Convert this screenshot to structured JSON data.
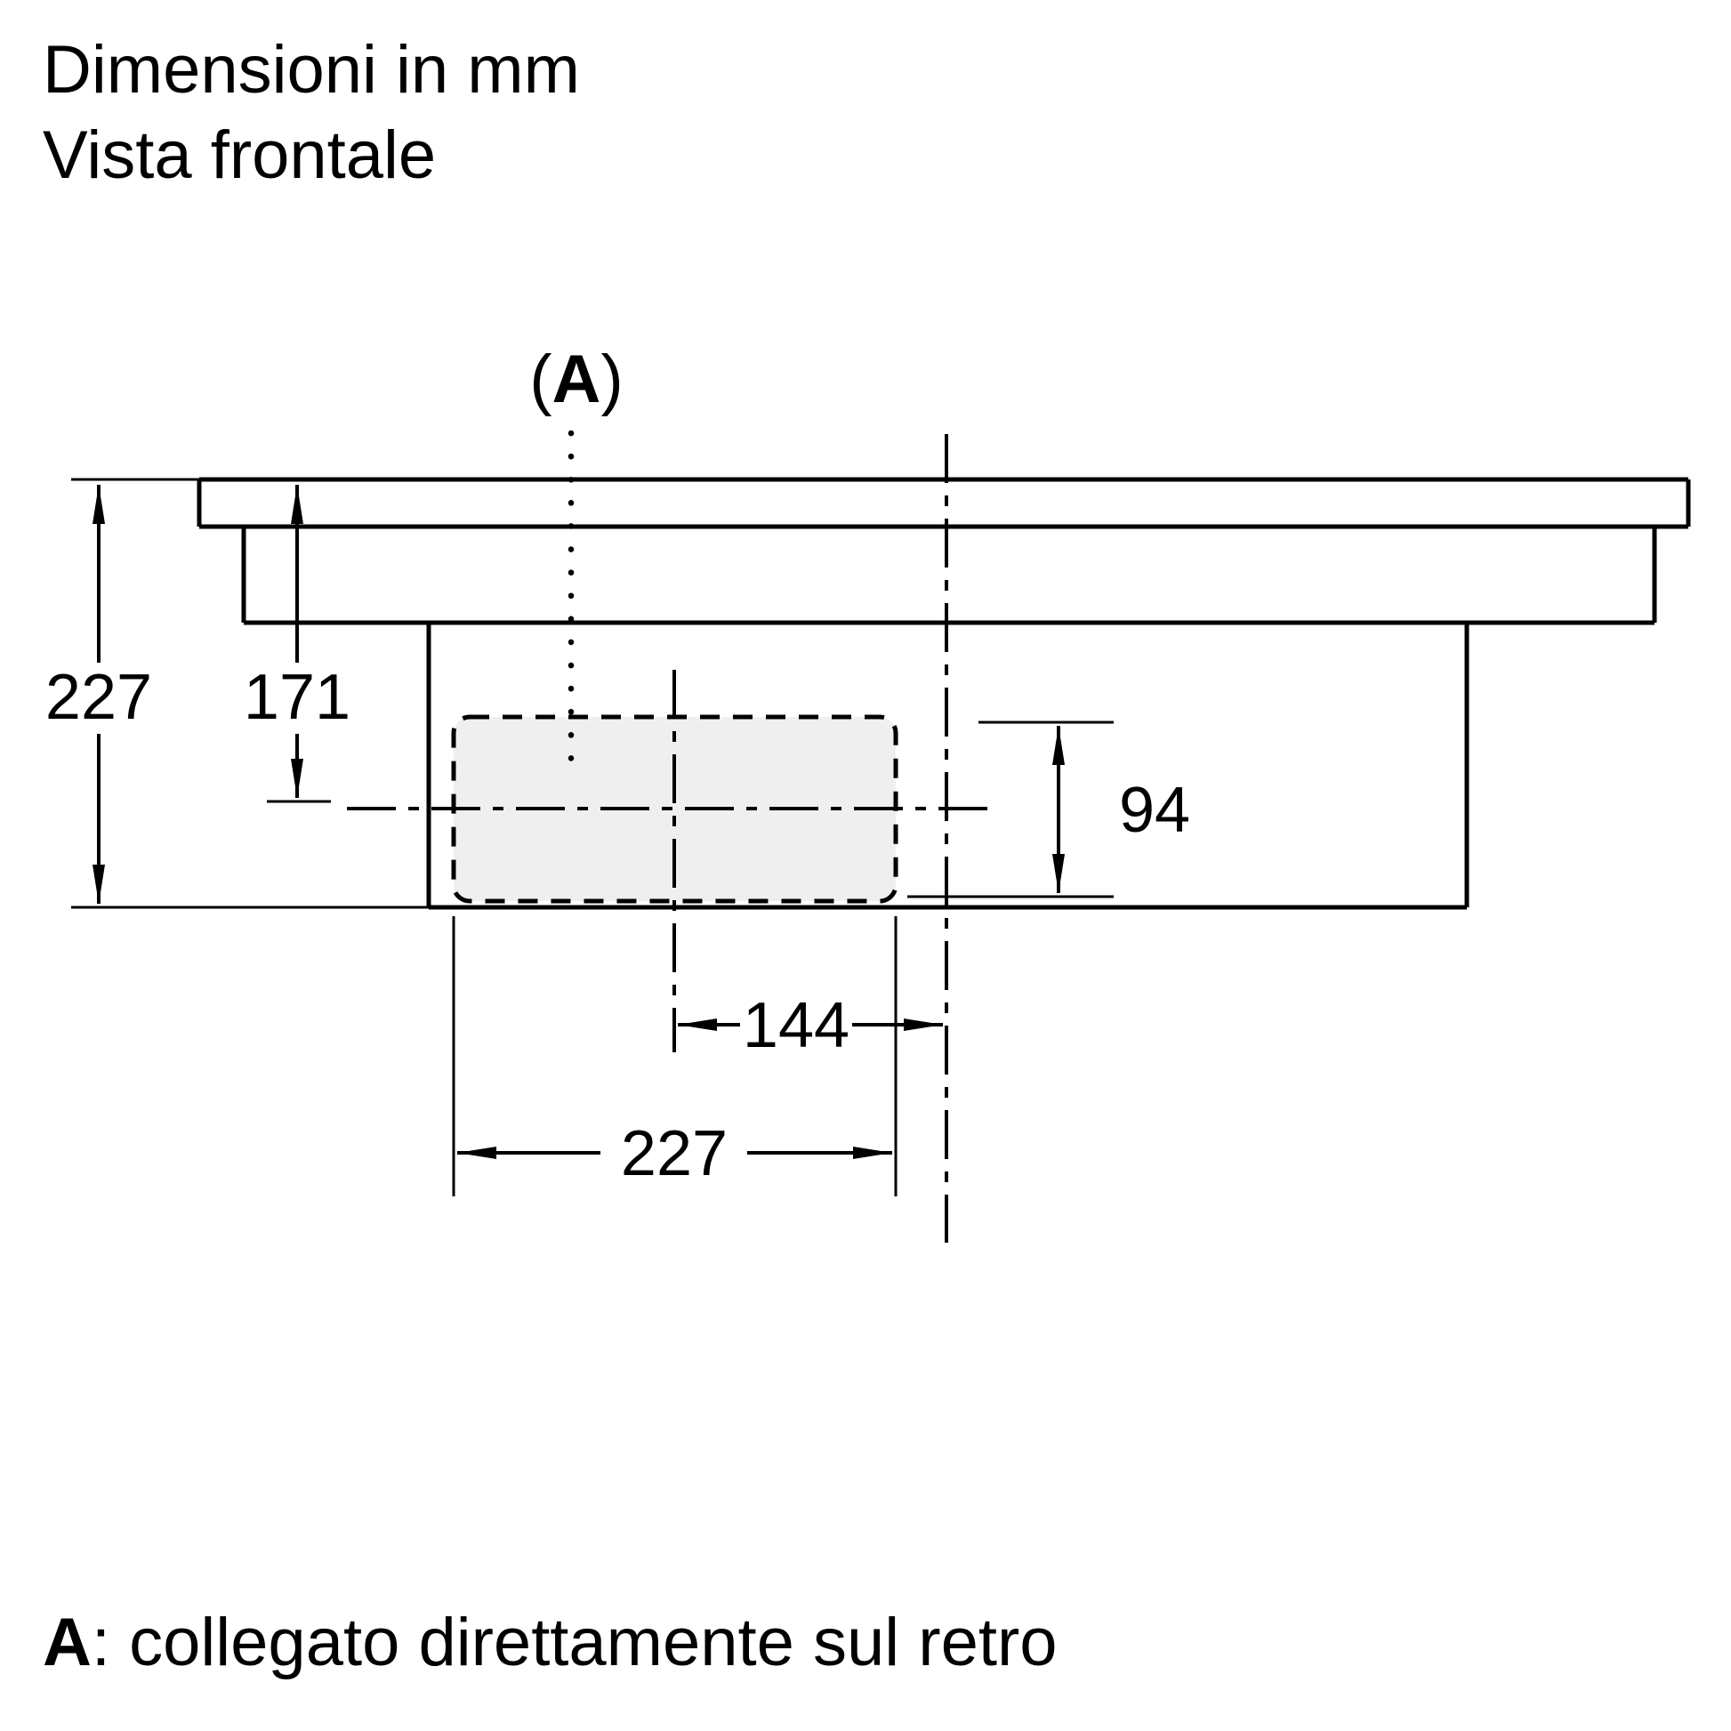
{
  "title": {
    "line1": "Dimensioni in mm",
    "line2": "Vista frontale"
  },
  "labels": {
    "point_a": {
      "prefix": "(",
      "letter": "A",
      "suffix": ")"
    }
  },
  "dimensions": {
    "total_height": "227",
    "glass_to_axis": "171",
    "duct_height": "94",
    "axis_to_edge": "144",
    "duct_width": "227"
  },
  "footnote": {
    "marker": "A",
    "rest": ": collegato direttamente sul retro"
  },
  "colors": {
    "ink": "#000000",
    "background": "#ffffff",
    "duct_fill": "#efefef"
  }
}
